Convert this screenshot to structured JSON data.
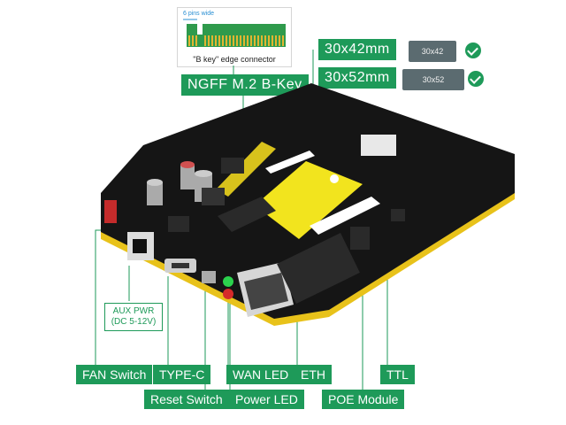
{
  "edge_connector": {
    "pins_note": "6 pins wide",
    "caption": "\"B key\" edge connector"
  },
  "sizes": {
    "size_a": "30x42mm",
    "size_b": "30x52mm"
  },
  "module_chips": {
    "chip_a": "30x42",
    "chip_b": "30x52"
  },
  "callouts": {
    "ngff": "NGFF M.2 B-Key",
    "aux_pwr_line1": "AUX PWR",
    "aux_pwr_line2": "(DC 5-12V)",
    "fan_switch": "FAN Switch",
    "type_c": "TYPE-C",
    "reset_switch": "Reset Switch",
    "wan_led": "WAN LED",
    "power_led": "Power LED",
    "eth": "ETH",
    "poe_module": "POE Module",
    "ttl": "TTL"
  },
  "colors": {
    "accent": "#1e9a59",
    "pcb": "#151515",
    "board_edge": "#e8c21a",
    "m2_card": "#f2e41e"
  }
}
